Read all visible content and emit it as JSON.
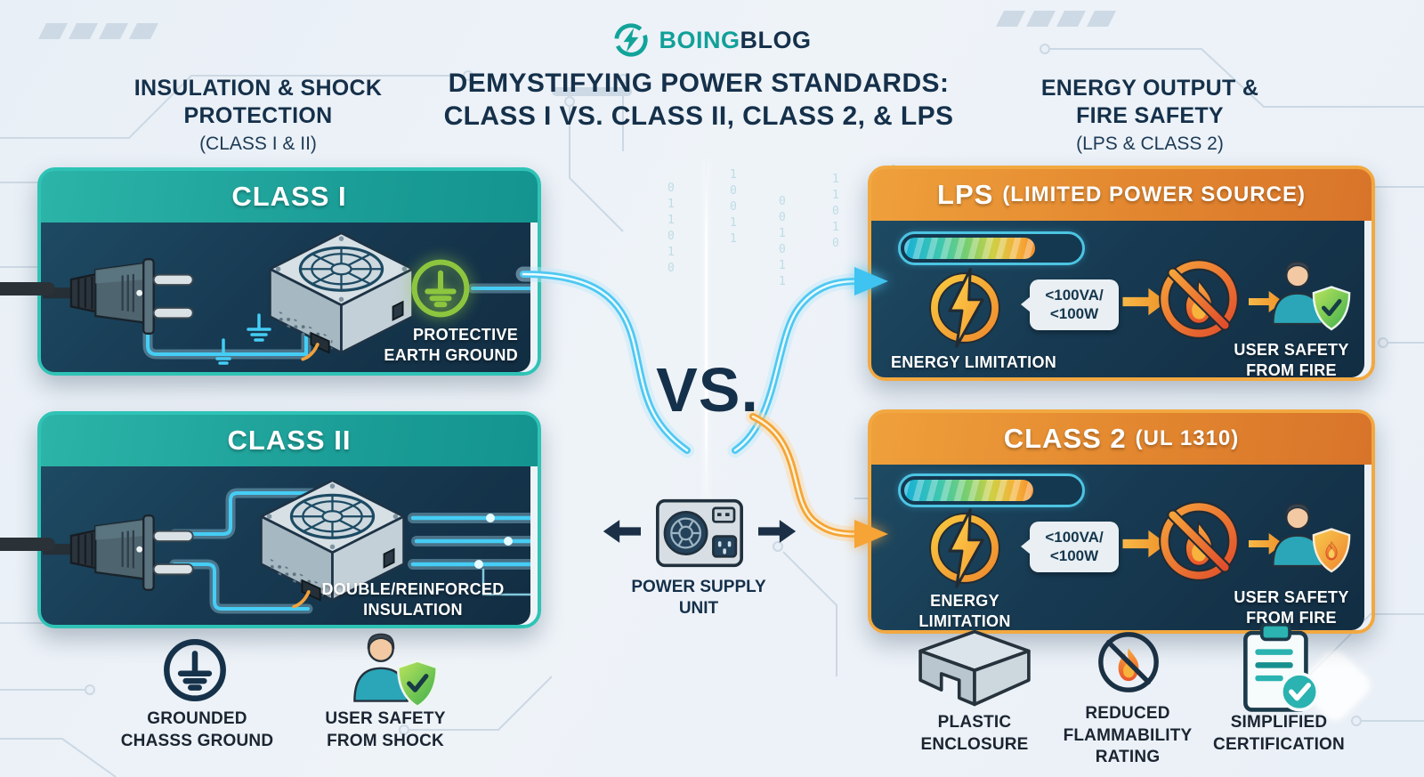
{
  "brand": {
    "logo_icon": "lightning-bolt-circle-icon",
    "name_teal": "BOING",
    "name_navy": "BLOG"
  },
  "title": {
    "line1": "DEMYSTIFYING POWER STANDARDS:",
    "line2": "CLASS I VS. CLASS II, CLASS 2, & LPS"
  },
  "columns": {
    "left": {
      "heading1": "INSULATION & SHOCK",
      "heading2": "PROTECTION",
      "subheading": "(CLASS I & II)"
    },
    "right": {
      "heading1": "ENERGY OUTPUT &",
      "heading2": "FIRE SAFETY",
      "subheading": "(LPS & CLASS 2)"
    }
  },
  "cards": {
    "class1": {
      "title": "CLASS I",
      "caption1": "PROTECTIVE",
      "caption2": "EARTH GROUND"
    },
    "class2i": {
      "title": "CLASS II",
      "caption1": "DOUBLE/REINFORCED",
      "caption2": "INSULATION"
    },
    "lps": {
      "title": "LPS",
      "title_sub": "(LIMITED POWER SOURCE)",
      "meter_percent": 75,
      "energy_label": "ENERGY LIMITATION",
      "bubble1": "<100VA/",
      "bubble2": "<100W",
      "safety1": "USER SAFETY",
      "safety2": "FROM FIRE"
    },
    "class2u": {
      "title": "CLASS 2",
      "title_sub": "(UL 1310)",
      "meter_percent": 74,
      "energy1": "ENERGY",
      "energy2": "LIMITATION",
      "bubble1": "<100VA/",
      "bubble2": "<100W",
      "safety1": "USER SAFETY",
      "safety2": "FROM FIRE"
    }
  },
  "center": {
    "vs": "VS.",
    "psu_label1": "POWER SUPPLY",
    "psu_label2": "UNIT"
  },
  "footers": {
    "left": [
      {
        "icon": "earth-ground-icon",
        "label1": "GROUNDED",
        "label2": "CHASSS GROUND"
      },
      {
        "icon": "user-shield-check-icon",
        "label1": "USER SAFETY",
        "label2": "FROM SHOCK"
      }
    ],
    "right": [
      {
        "icon": "plastic-enclosure-icon",
        "label1": "PLASTIC",
        "label2": "ENCLOSURE",
        "label3": ""
      },
      {
        "icon": "no-flame-icon",
        "label1": "REDUCED",
        "label2": "FLAMMABILITY",
        "label3": "RATING"
      },
      {
        "icon": "clipboard-check-icon",
        "label1": "SIMPLIFIED",
        "label2": "CERTIFICATION",
        "label3": ""
      }
    ]
  },
  "colors": {
    "background": "#e9eff6",
    "title_navy": "#15304a",
    "teal_header": "#1fa59c",
    "orange_header": "#e2862f",
    "card_body_navy": "#173a52",
    "cyan_glow": "#45cdf5",
    "orange_glow": "#f5a435",
    "earth_green": "#8cc63e",
    "brand_teal": "#11a099"
  }
}
